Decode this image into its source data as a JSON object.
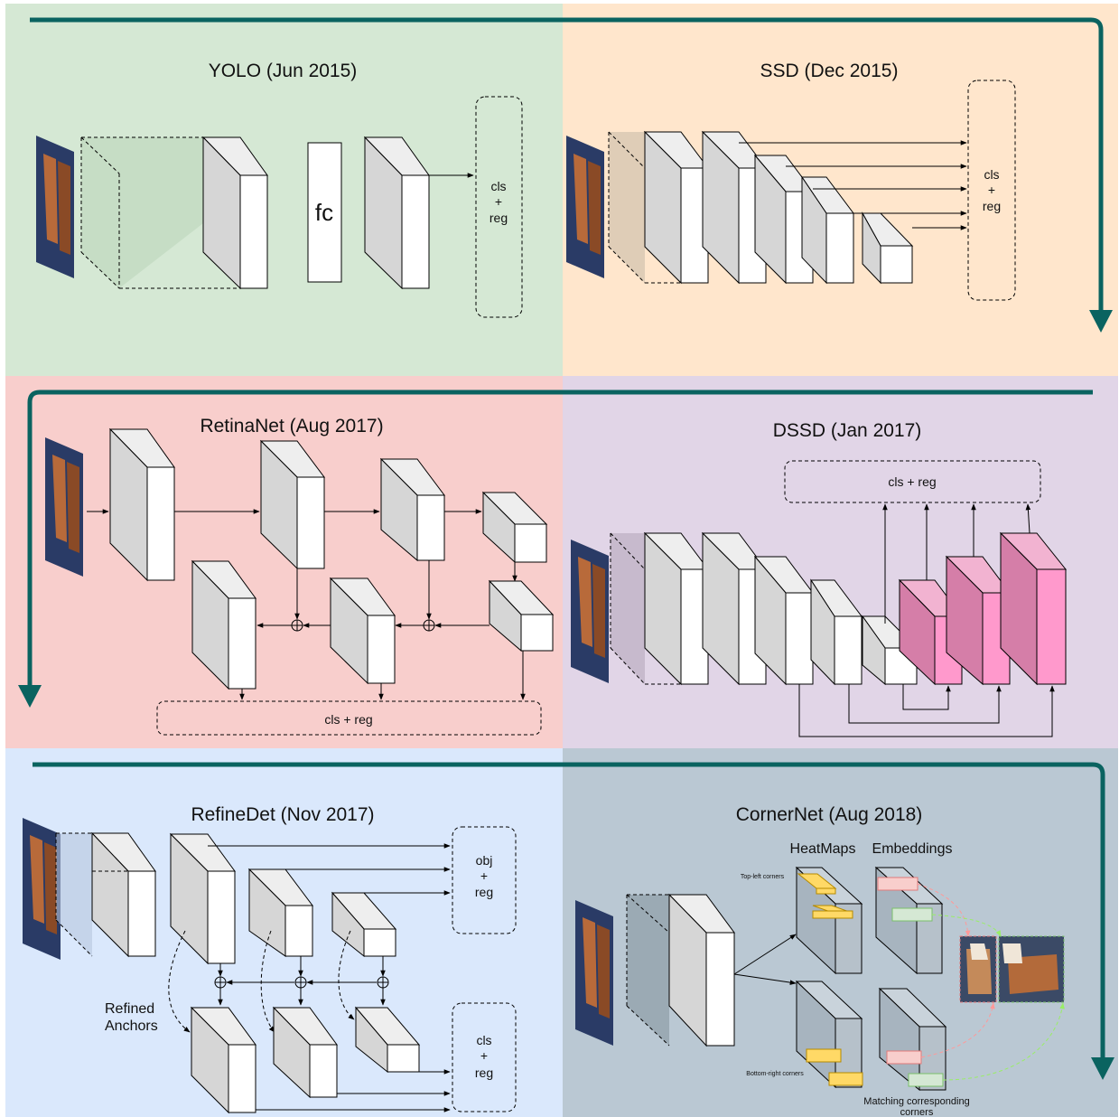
{
  "panels": {
    "yolo": {
      "title": "YOLO (Jun 2015)",
      "fc": "fc",
      "out1": "cls",
      "out2": "+",
      "out3": "reg"
    },
    "ssd": {
      "title": "SSD (Dec 2015)",
      "out1": "cls",
      "out2": "+",
      "out3": "reg"
    },
    "retinanet": {
      "title": "RetinaNet (Aug 2017)",
      "out": "cls + reg"
    },
    "dssd": {
      "title": "DSSD (Jan 2017)",
      "out": "cls + reg"
    },
    "refinedet": {
      "title": "RefineDet (Nov 2017)",
      "obj1": "obj",
      "obj2": "+",
      "obj3": "reg",
      "cls1": "cls",
      "cls2": "+",
      "cls3": "reg",
      "anchors1": "Refined",
      "anchors2": "Anchors"
    },
    "cornernet": {
      "title": "CornerNet (Aug 2018)",
      "heatmaps": "HeatMaps",
      "embeddings": "Embeddings",
      "topleft": "Top-left corners",
      "bottomright": "Bottom-right corners",
      "matching1": "Matching corresponding",
      "matching2": "corners"
    }
  },
  "colors": {
    "yolo_bg": "#d5e8d4",
    "ssd_bg": "#ffe6cc",
    "retinanet_bg": "#f8cecc",
    "dssd_bg": "#e1d5e7",
    "refinedet_bg": "#dae8fc",
    "cornernet_bg": "#bac8d3",
    "flow_arrow": "#0a6360",
    "pink_block": "#ff99cc",
    "heat_block": "#ffd966",
    "emb_red": "#f8cecc",
    "emb_green": "#d5e8d4"
  }
}
